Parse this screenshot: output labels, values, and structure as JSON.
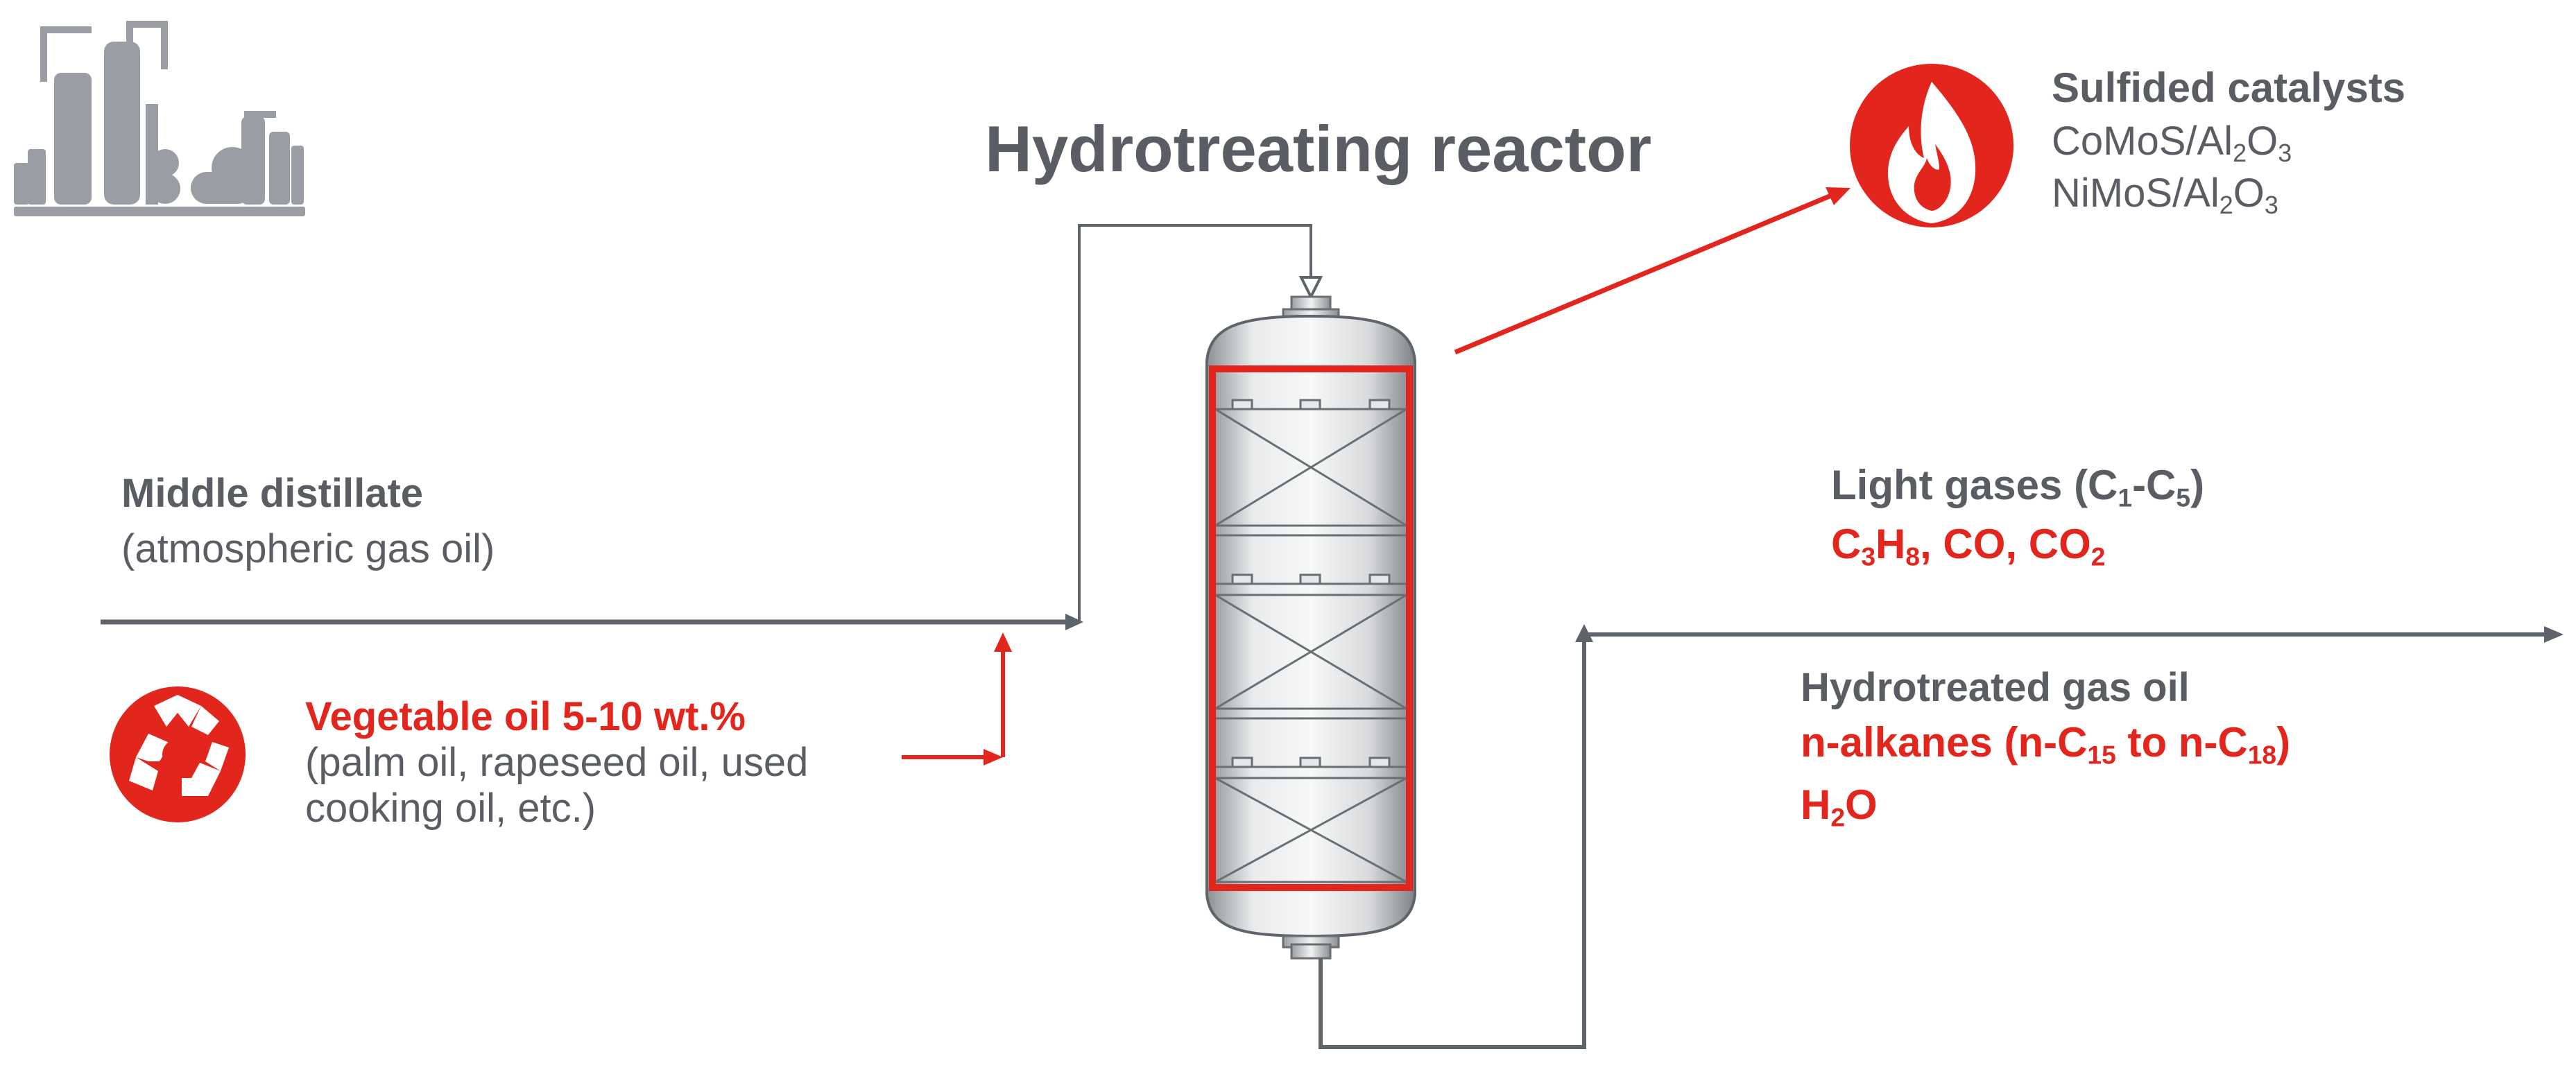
{
  "diagram": {
    "title": "Hydrotreating reactor",
    "catalyst": {
      "heading": "Sulfided catalysts",
      "line1": {
        "pre": "CoMoS/Al",
        "s1": "2",
        "mid": "O",
        "s2": "3"
      },
      "line2": {
        "pre": "NiMoS/Al",
        "s1": "2",
        "mid": "O",
        "s2": "3"
      },
      "icon": "flame-icon"
    },
    "feed": {
      "heading": "Middle distillate",
      "subtext": "(atmospheric gas oil)"
    },
    "cofeed": {
      "heading": "Vegetable oil 5-10 wt.%",
      "line1": "(palm oil, rapeseed oil, used",
      "line2": "cooking oil, etc.)",
      "icon": "recycle-icon"
    },
    "gases": {
      "heading": {
        "pre": "Light gases (C",
        "s1": "1",
        "mid": "-C",
        "s2": "5",
        "post": ")"
      },
      "species": {
        "a": "C",
        "a1": "3",
        "b": "H",
        "b1": "8",
        "c": ", CO, CO",
        "c1": "2"
      }
    },
    "product": {
      "heading": "Hydrotreated gas oil",
      "alkanes": {
        "pre": "n-alkanes (n-C",
        "s1": "15",
        "mid": " to n-C",
        "s2": "18",
        "post": ")"
      },
      "water": {
        "pre": "H",
        "s1": "2",
        "post": "O"
      }
    },
    "colors": {
      "text_grey": "#5a5e64",
      "accent_red": "#e3261d",
      "line_grey": "#5f646b",
      "icon_grey": "#9a9ea4"
    }
  }
}
